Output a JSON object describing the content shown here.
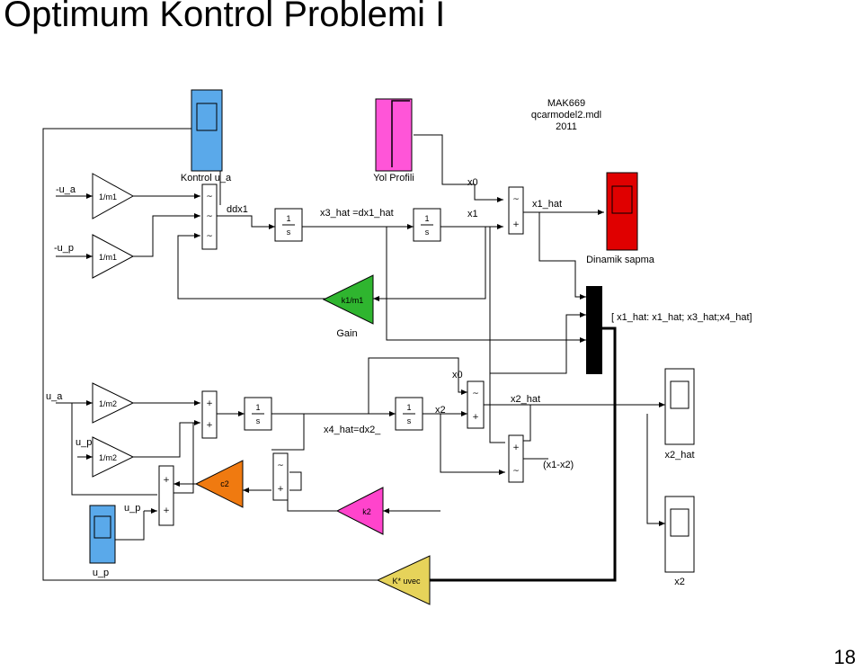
{
  "slide": {
    "title": "Optimum Kontrol Problemi I",
    "page_number": "18"
  },
  "model_info": {
    "course": "MAK669",
    "file": "qcarmodel2.mdl",
    "year": "2011"
  },
  "blocks": {
    "scope_kontrol": "Kontrol u_a",
    "scope_yol": "Yol Profili",
    "scope_dinamik": "Dinamik sapma",
    "scope_x2hat": "x2_hat",
    "scope_x2": "x2",
    "scope_up": "u_p",
    "gain_m1_a": "1/m1",
    "gain_m1_b": "1/m1",
    "gain_m2_a": "1/m2",
    "gain_m2_b": "1/m2",
    "gain_k1": "k1/m1",
    "gain_k1_caption": "Gain",
    "gain_c2": "c2",
    "gain_k2": "k2",
    "gain_kuvec": "K* uvec",
    "integrator_num": "1",
    "integrator_den": "s",
    "mux_caption": "[ x1_hat: x1_hat; x3_hat;x4_hat]"
  },
  "signals": {
    "neg_ua": "-u_a",
    "neg_up": "-u_p",
    "ua": "u_a",
    "up_left": "u_p",
    "up_bottom": "u_p",
    "ddx1": "ddx1",
    "x3_hat": "x3_hat =dx1_hat",
    "x0_top": "x0",
    "x1": "x1",
    "x1_hat": "x1_hat",
    "x4_hat": "x4_hat=dx2_",
    "x0_mid": "x0",
    "x2": "x2",
    "x2_hat": "x2_hat",
    "x1_minus_x2": "(x1-x2)"
  },
  "colors": {
    "kontrol_scope": "#5aa9ea",
    "yol_scope": "#ff55d8",
    "dinamik_scope": "#e00000",
    "k1_gain": "#2fb52f",
    "c2_gain": "#f07a10",
    "k2_gain": "#ff44cc",
    "kuvec_gain": "#e6d35a",
    "up_scope": "#5aa9ea"
  }
}
